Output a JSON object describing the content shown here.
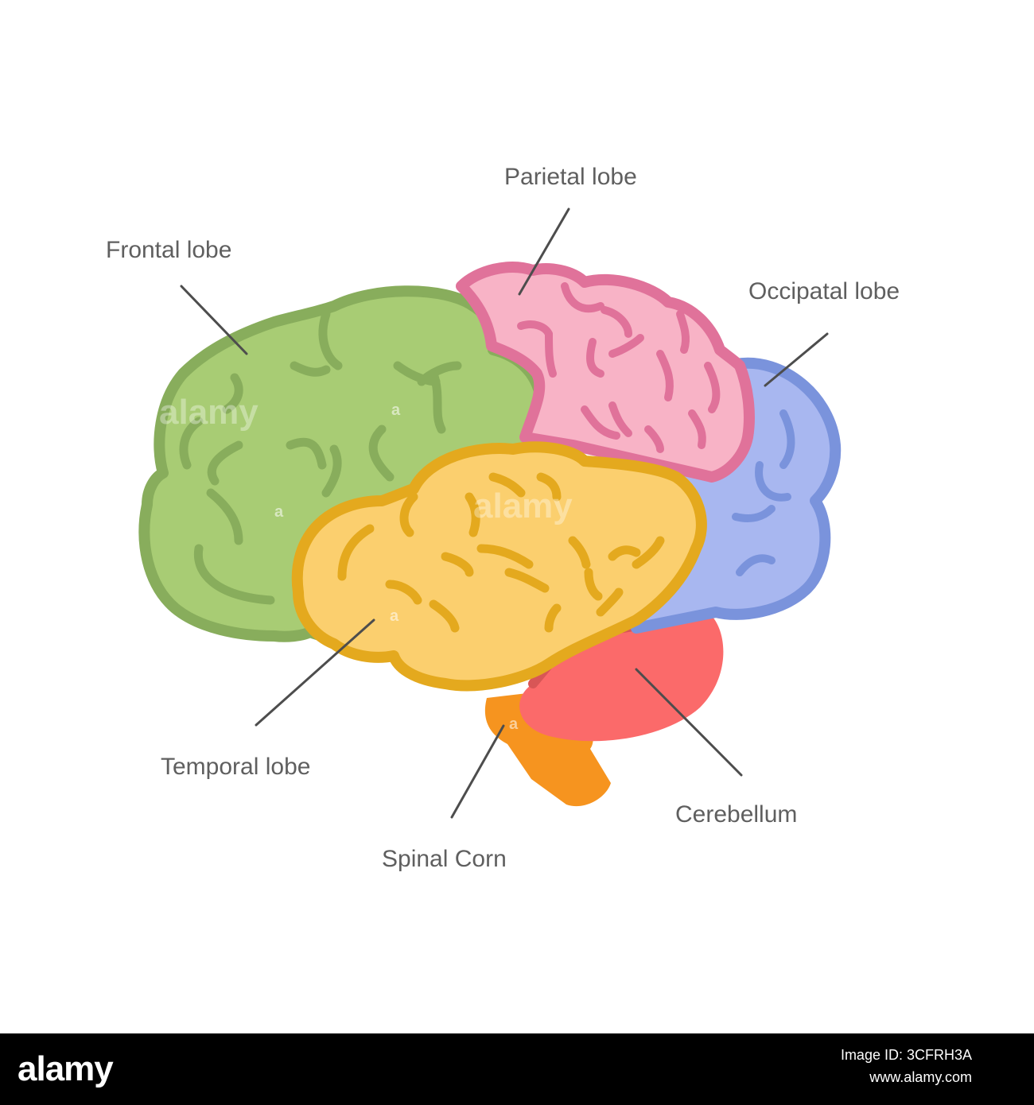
{
  "labels": {
    "parietal": "Parietal lobe",
    "frontal": "Frontal lobe",
    "occipital": "Occipatal lobe",
    "temporal": "Temporal lobe",
    "cerebellum": "Cerebellum",
    "spinal": "Spinal Corn"
  },
  "colors": {
    "frontal_fill": "#a8cc74",
    "frontal_stroke": "#88ad5c",
    "parietal_fill": "#f8b3c6",
    "parietal_stroke": "#e0729a",
    "occipital_fill": "#a8b7f0",
    "occipital_stroke": "#7a93dc",
    "temporal_fill": "#fbcf6e",
    "temporal_stroke": "#e4a91e",
    "cerebellum_fill": "#fb6a6a",
    "cerebellum_stroke": "#d85656",
    "spinal_fill": "#f6941f",
    "leader_line": "#4d4d4d",
    "label_text": "#5f5f5f"
  },
  "watermark": {
    "text": "alamy",
    "letter": "a"
  },
  "footer": {
    "logo": "alamy",
    "image_id_line": "Image ID: 3CFRH3A",
    "site": "www.alamy.com"
  }
}
